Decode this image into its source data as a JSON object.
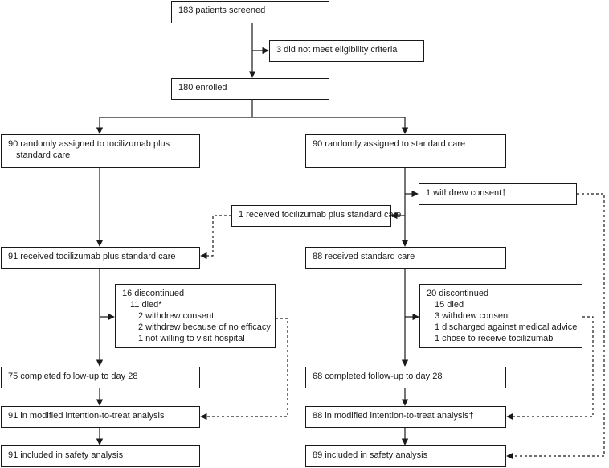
{
  "flow": {
    "screened": "183 patients screened",
    "excluded": "3 did not meet eligibility criteria",
    "enrolled": "180 enrolled",
    "left_arm": {
      "randomised_line1": "90 randomly assigned to tocilizumab plus",
      "randomised_line2": "standard care",
      "received": "91 received tocilizumab plus standard care",
      "discontinued": {
        "title": "16 discontinued",
        "died": "11 died*",
        "withdrew_consent": "2 withdrew consent",
        "withdrew_no_efficacy": "2 withdrew because of no efficacy",
        "not_willing": "1 not willing to visit hospital"
      },
      "completed": "75 completed follow-up to day 28",
      "mitt": "91 in modified intention-to-treat analysis",
      "safety": "91 included in safety analysis"
    },
    "right_arm": {
      "randomised": "90 randomly assigned to standard care",
      "withdrew": "1 withdrew consent†",
      "crossover": "1 received tocilizumab plus standard care",
      "received": "88 received standard care",
      "discontinued": {
        "title": "20 discontinued",
        "died": "15 died",
        "withdrew_consent": "3 withdrew consent",
        "discharged": "1 discharged against medical advice",
        "chose_toci": "1 chose to receive tocilizumab"
      },
      "completed": "68 completed follow-up to day 28",
      "mitt": "88 in modified intention-to-treat analysis†",
      "safety": "89 included in safety analysis"
    }
  },
  "colors": {
    "line": "#1a1a1a",
    "background": "#ffffff"
  }
}
